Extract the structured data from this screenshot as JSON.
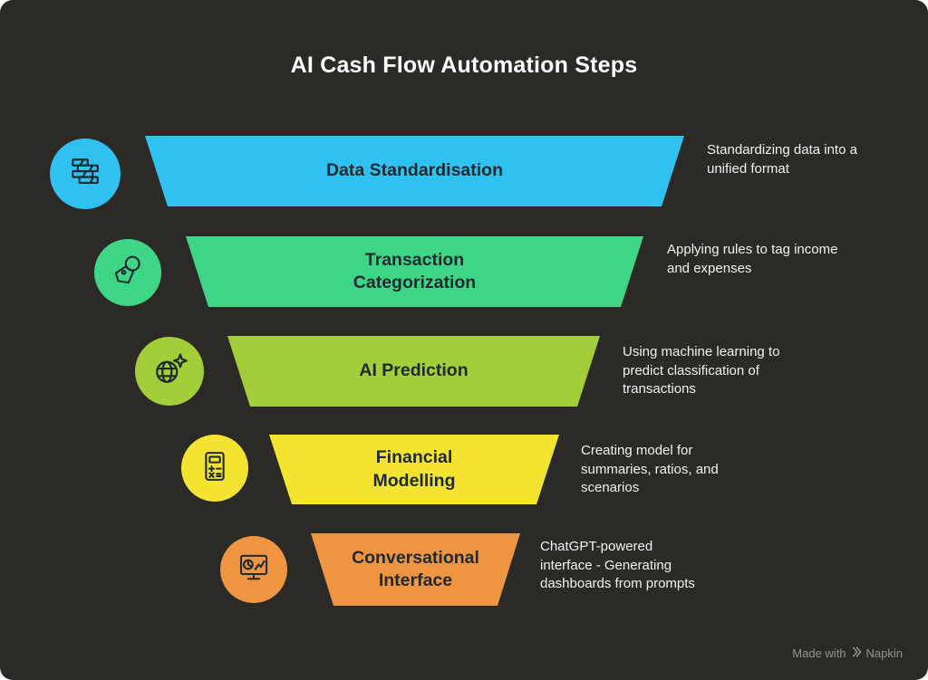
{
  "title": "AI Cash Flow Automation Steps",
  "steps": [
    {
      "label_lines": [
        "Data Standardisation"
      ],
      "description": "Standardizing data into a unified format",
      "color": "#2fc1f0",
      "icon": "data-bars-icon"
    },
    {
      "label_lines": [
        "Transaction",
        "Categorization"
      ],
      "description": "Applying rules to tag income and expenses",
      "color": "#3fd587",
      "icon": "tag-icon"
    },
    {
      "label_lines": [
        "AI Prediction"
      ],
      "description": "Using machine learning to predict classification of transactions",
      "color": "#a4ce39",
      "icon": "globe-sparkle-icon"
    },
    {
      "label_lines": [
        "Financial",
        "Modelling"
      ],
      "description": "Creating model for summaries, ratios, and scenarios",
      "color": "#f5e331",
      "icon": "calculator-icon"
    },
    {
      "label_lines": [
        "Conversational",
        "Interface"
      ],
      "description": "ChatGPT-powered interface - Generating dashboards from prompts",
      "color": "#ef9440",
      "icon": "monitor-chart-icon"
    }
  ],
  "footer": {
    "made_with": "Made with",
    "brand": "Napkin"
  },
  "colors": {
    "background": "#2c2a27",
    "label_text": "#1d2a30",
    "description_text": "#f2f2f2"
  }
}
